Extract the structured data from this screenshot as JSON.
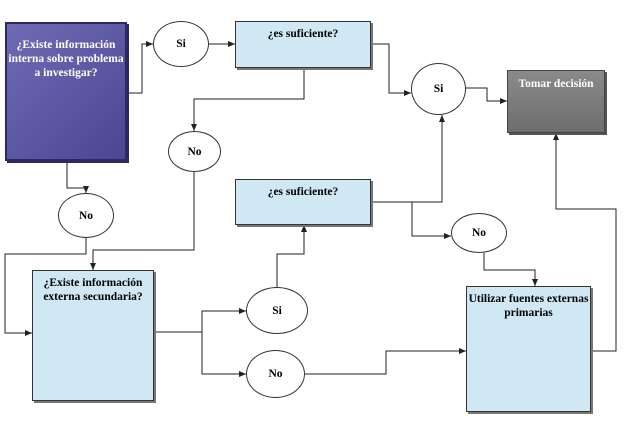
{
  "nodes": {
    "q_internal": "¿Existe información interna sobre problema a investigar?",
    "q_sufficient_1": "¿es suficiente?",
    "q_sufficient_2": "¿es suficiente?",
    "q_external_secondary": "¿Existe información externa secundaria?",
    "decision": "Tomar decisión",
    "use_primary": "Utilizar fuentes externas primarias",
    "si_1": "Si",
    "si_2": "Si",
    "si_3": "Si",
    "no_1": "No",
    "no_2": "No",
    "no_3": "No",
    "no_4": "No"
  },
  "colors": {
    "purple_box": "#5a55a0",
    "blue_box": "#cfe8f3",
    "gray_box": "#777777",
    "connector": "#222222"
  }
}
